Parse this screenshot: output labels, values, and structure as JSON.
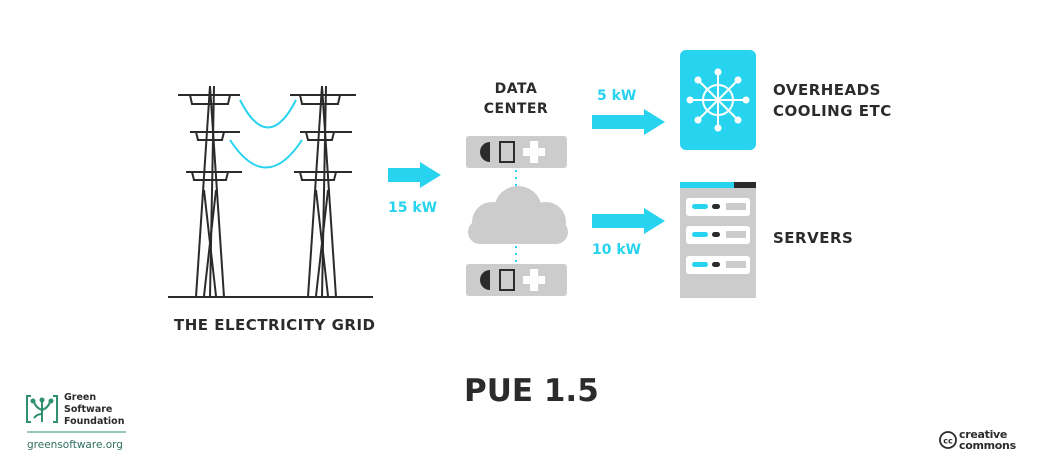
{
  "diagram": {
    "grid_label": "THE ELECTRICITY GRID",
    "datacenter_label_line1": "DATA",
    "datacenter_label_line2": "CENTER",
    "input_power": "15 kW",
    "overhead_power": "5 kW",
    "server_power": "10 kW",
    "overhead_label_line1": "OVERHEADS",
    "overhead_label_line2": "COOLING ETC",
    "servers_label": "SERVERS",
    "pue_label": "PUE 1.5"
  },
  "footer": {
    "org_name_line1": "Green",
    "org_name_line2": "Software",
    "org_name_line3": "Foundation",
    "website": "greensoftware.org",
    "license_line1": "creative",
    "license_line2": "commons"
  },
  "colors": {
    "accent": "#27d3ee",
    "text": "#2b2b2b",
    "gray": "#cccccc",
    "brand_green": "#2f8f6f"
  }
}
